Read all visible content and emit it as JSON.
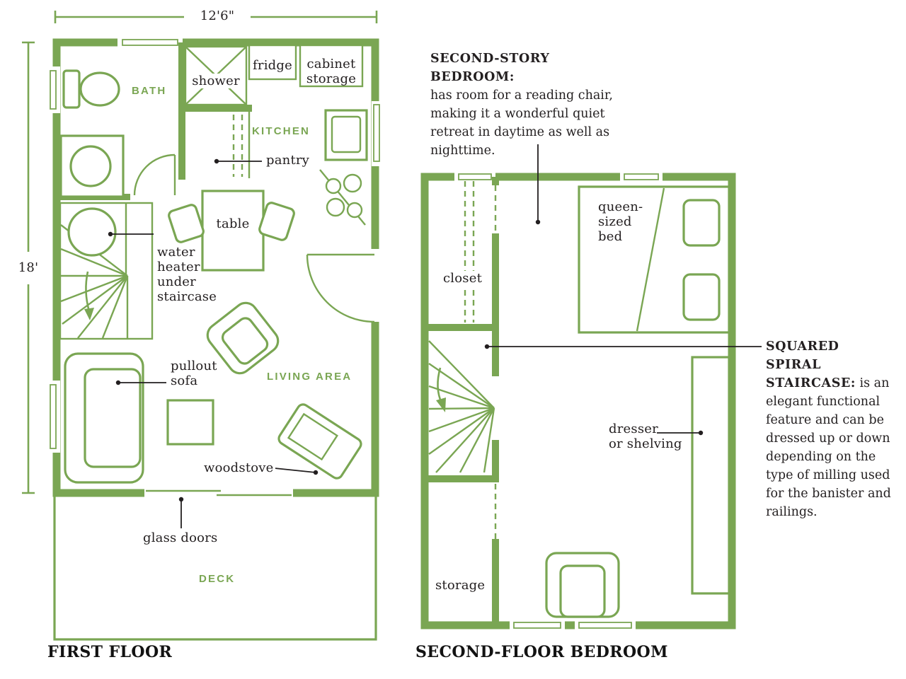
{
  "theme": {
    "green": "#7aa653",
    "ink": "#231f20",
    "bg": "#ffffff"
  },
  "first_floor": {
    "title": "FIRST FLOOR",
    "width_dimension": "12'6\"",
    "height_dimension": "18'",
    "room_labels": {
      "bath": "BATH",
      "kitchen": "KITCHEN",
      "living_area": "LIVING AREA",
      "deck": "DECK"
    },
    "feature_labels": {
      "shower": "shower",
      "fridge": "fridge",
      "cabinet_storage": "cabinet\nstorage",
      "pantry": "pantry",
      "table": "table",
      "water_heater": "water\nheater\nunder\nstaircase",
      "pullout_sofa": "pullout\nsofa",
      "woodstove": "woodstove",
      "glass_doors": "glass doors"
    }
  },
  "second_floor": {
    "title": "SECOND-FLOOR BEDROOM",
    "feature_labels": {
      "closet": "closet",
      "queen_bed": "queen-\nsized\nbed",
      "dresser": "dresser\nor shelving",
      "storage": "storage"
    }
  },
  "annotations": {
    "bedroom": {
      "heading": "SECOND-STORY BEDROOM:",
      "body": "has room for a reading chair, making it a wonderful quiet retreat in daytime as well as nighttime."
    },
    "staircase": {
      "heading": "SQUARED SPIRAL STAIRCASE:",
      "body": "is an elegant functional feature and can be dressed up or down depending on the type of milling used for the banister and railings."
    }
  }
}
